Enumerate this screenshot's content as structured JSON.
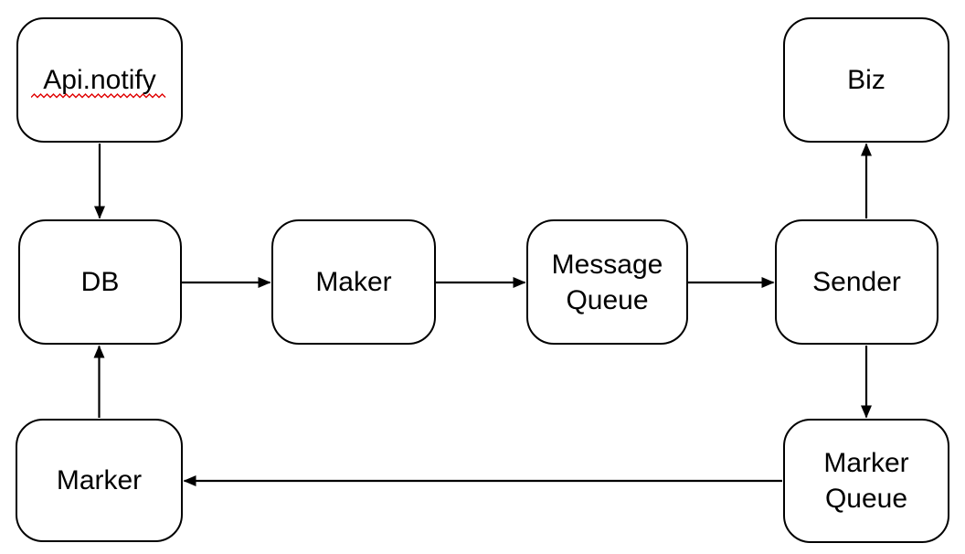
{
  "diagram": {
    "type": "flowchart",
    "colors": {
      "background": "#ffffff",
      "stroke": "#000000",
      "text": "#000000",
      "spellcheck_underline": "#e00000"
    },
    "nodes": [
      {
        "id": "api-notify",
        "label": "Api.notify",
        "spellcheck_underline": true
      },
      {
        "id": "biz",
        "label": "Biz"
      },
      {
        "id": "db",
        "label": "DB"
      },
      {
        "id": "maker",
        "label": "Maker"
      },
      {
        "id": "message-queue",
        "label": "Message Queue"
      },
      {
        "id": "sender",
        "label": "Sender"
      },
      {
        "id": "marker",
        "label": "Marker"
      },
      {
        "id": "marker-queue",
        "label": "Marker Queue"
      }
    ],
    "edges": [
      {
        "from": "Api.notify",
        "to": "DB",
        "direction": "down"
      },
      {
        "from": "DB",
        "to": "Maker",
        "direction": "right"
      },
      {
        "from": "Maker",
        "to": "Message Queue",
        "direction": "right"
      },
      {
        "from": "Message Queue",
        "to": "Sender",
        "direction": "right"
      },
      {
        "from": "Sender",
        "to": "Biz",
        "direction": "up"
      },
      {
        "from": "Sender",
        "to": "Marker Queue",
        "direction": "down"
      },
      {
        "from": "Marker Queue",
        "to": "Marker",
        "direction": "left"
      },
      {
        "from": "Marker",
        "to": "DB",
        "direction": "up"
      }
    ]
  }
}
